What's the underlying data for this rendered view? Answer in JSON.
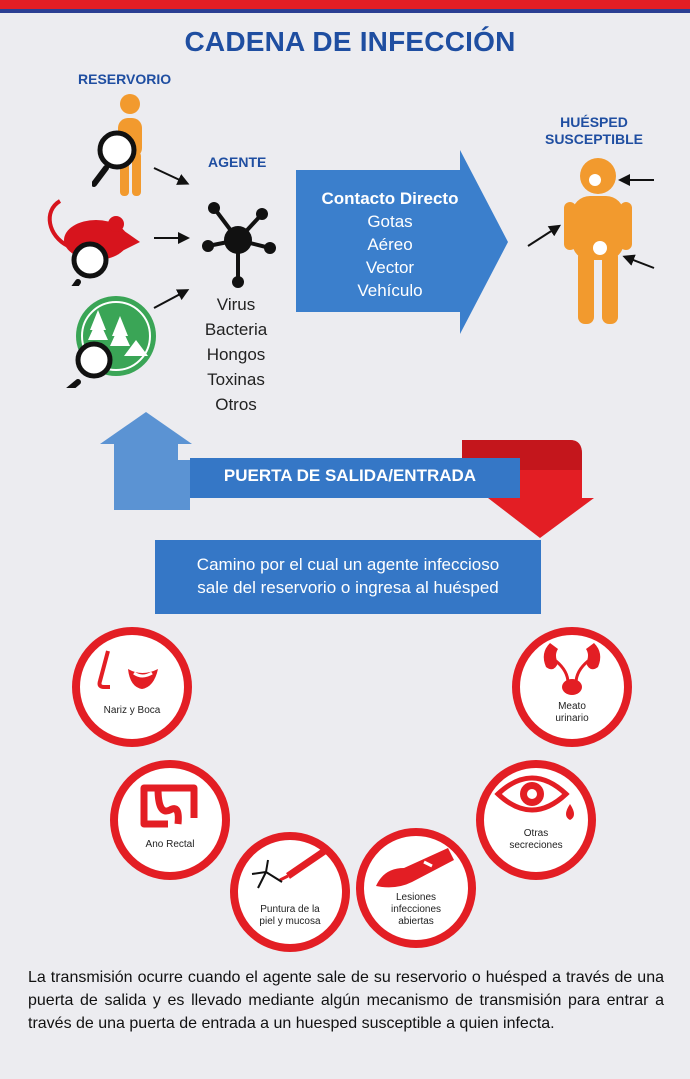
{
  "title": "CADENA DE INFECCIÓN",
  "reservorio_label": "RESERVORIO",
  "agente_label": "AGENTE",
  "huesped_label": [
    "HUÉSPED",
    "SUSCEPTIBLE"
  ],
  "agents": [
    "Virus",
    "Bacteria",
    "Hongos",
    "Toxinas",
    "Otros"
  ],
  "transmission": [
    "Contacto Directo",
    "Gotas",
    "Aéreo",
    "Vector",
    "Vehículo"
  ],
  "puerta_label": "PUERTA DE SALIDA/ENTRADA",
  "camino_text": [
    "Camino por el cual un agente infeccioso",
    "sale del reservorio o ingresa al huésped"
  ],
  "portals": [
    {
      "label": [
        "Nariz y Boca"
      ]
    },
    {
      "label": [
        "Ano Rectal"
      ]
    },
    {
      "label": [
        "Puntura de la",
        "piel y mucosa"
      ]
    },
    {
      "label": [
        "Lesiones",
        "infecciones",
        "abiertas"
      ]
    },
    {
      "label": [
        "Otras",
        "secreciones"
      ]
    },
    {
      "label": [
        "Meato",
        "urinario"
      ]
    }
  ],
  "bottom_text": "La transmisión ocurre cuando el agente sale de su reservorio o huésped a través de una puerta de salida y es llevado mediante algún mecanismo de transmisión para entrar a través de una puerta de entrada a un huesped susceptible a quien infecta.",
  "colors": {
    "red": "#e31e24",
    "blue": "#1f4ea1",
    "arrow_blue": "#3b7fcc",
    "orange": "#f29a2e",
    "green": "#3aa556"
  }
}
